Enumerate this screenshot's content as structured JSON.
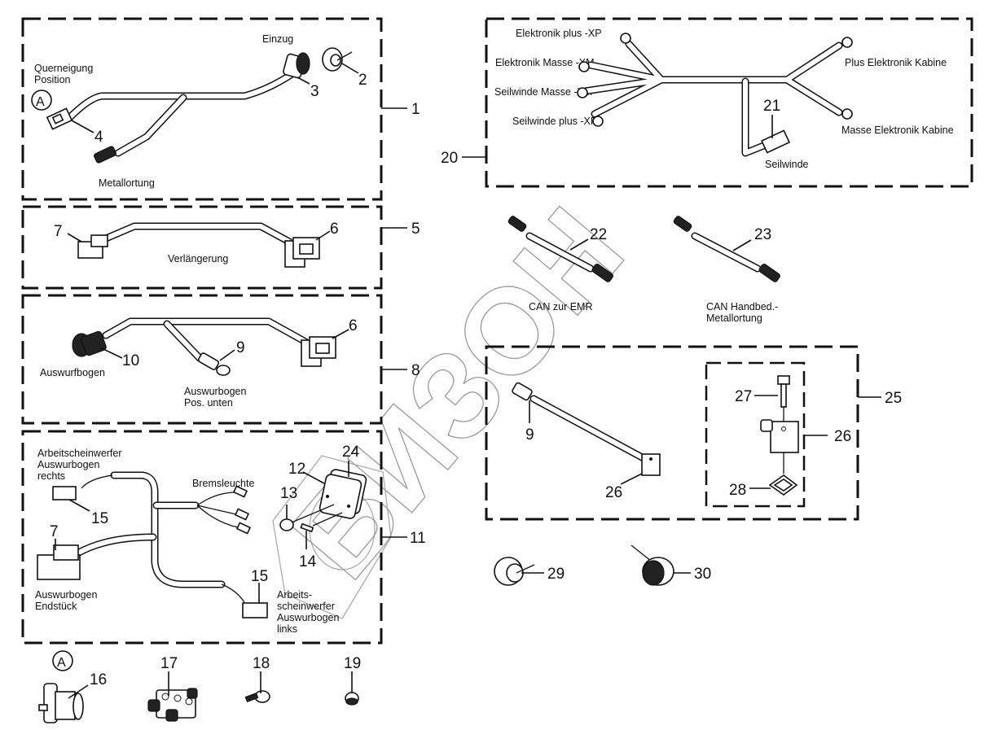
{
  "diagram": {
    "type": "exploded parts diagram (wiring harness)",
    "watermark": "БИЗОН",
    "groups": [
      {
        "id": "1",
        "items": [
          "2",
          "3",
          "4"
        ],
        "labels": [
          "Einzug",
          "Querneigung",
          "Position",
          "Metallortung"
        ],
        "marker": "A"
      },
      {
        "id": "5",
        "items": [
          "6",
          "7"
        ],
        "labels": [
          "Verlängerung"
        ]
      },
      {
        "id": "8",
        "items": [
          "6",
          "9",
          "10"
        ],
        "labels": [
          "Auswurfbogen",
          "Auswurbogen",
          "Pos. unten"
        ]
      },
      {
        "id": "11",
        "items": [
          "7",
          "12",
          "13",
          "14",
          "15",
          "24"
        ],
        "labels": [
          "Arbeitscheinwerfer",
          "Auswurbogen",
          "rechts",
          "Bremsleuchte",
          "Auswurbogen",
          "Endstück",
          "Arbeits-",
          "scheinwerfer",
          "Auswurbogen",
          "links"
        ]
      },
      {
        "id": "20",
        "items": [
          "21"
        ],
        "labels": [
          "Elektronik plus -XP",
          "Elektronik Masse -XM",
          "Seilwinde Masse -XM",
          "Seilwinde plus -XP",
          "Plus Elektronik Kabine",
          "Masse Elektronik Kabine",
          "Seilwinde"
        ]
      },
      {
        "id": "25",
        "items": [
          "9",
          "26",
          "27",
          "28"
        ],
        "labels": []
      }
    ],
    "loose_items": [
      "16",
      "17",
      "18",
      "19",
      "22",
      "23",
      "29",
      "30"
    ],
    "callouts": {
      "n1": "1",
      "n2": "2",
      "n3": "3",
      "n4": "4",
      "n5": "5",
      "n6": "6",
      "n7": "7",
      "n8": "8",
      "n9": "9",
      "n10": "10",
      "n11": "11",
      "n12": "12",
      "n13": "13",
      "n14": "14",
      "n15": "15",
      "n16": "16",
      "n17": "17",
      "n18": "18",
      "n19": "19",
      "n20": "20",
      "n21": "21",
      "n22": "22",
      "n23": "23",
      "n24": "24",
      "n25": "25",
      "n26": "26",
      "n27": "27",
      "n28": "28",
      "n29": "29",
      "n30": "30",
      "markerA": "A"
    },
    "labels": {
      "einzug": "Einzug",
      "querneigung": "Querneigung",
      "position": "Position",
      "metallortung": "Metallortung",
      "verlaengerung": "Verlängerung",
      "auswurfbogen": "Auswurfbogen",
      "auswurbogen_pos1": "Auswurbogen",
      "auswurbogen_pos2": "Pos. unten",
      "asw_rechts1": "Arbeitscheinwerfer",
      "asw_rechts2": "Auswurbogen",
      "asw_rechts3": "rechts",
      "bremsleuchte": "Bremsleuchte",
      "endstueck1": "Auswurbogen",
      "endstueck2": "Endstück",
      "asw_links1": "Arbeits-",
      "asw_links2": "scheinwerfer",
      "asw_links3": "Auswurbogen",
      "asw_links4": "links",
      "elektronik_plus": "Elektronik plus -XP",
      "elektronik_masse": "Elektronik Masse -XM",
      "seilwinde_masse": "Seilwinde Masse -XM",
      "seilwinde_plus": "Seilwinde plus -XP",
      "plus_kabine": "Plus Elektronik Kabine",
      "masse_kabine": "Masse Elektronik Kabine",
      "seilwinde": "Seilwinde",
      "can_emr": "CAN zur EMR",
      "can_hand1": "CAN Handbed.-",
      "can_hand2": "Metallortung"
    }
  }
}
